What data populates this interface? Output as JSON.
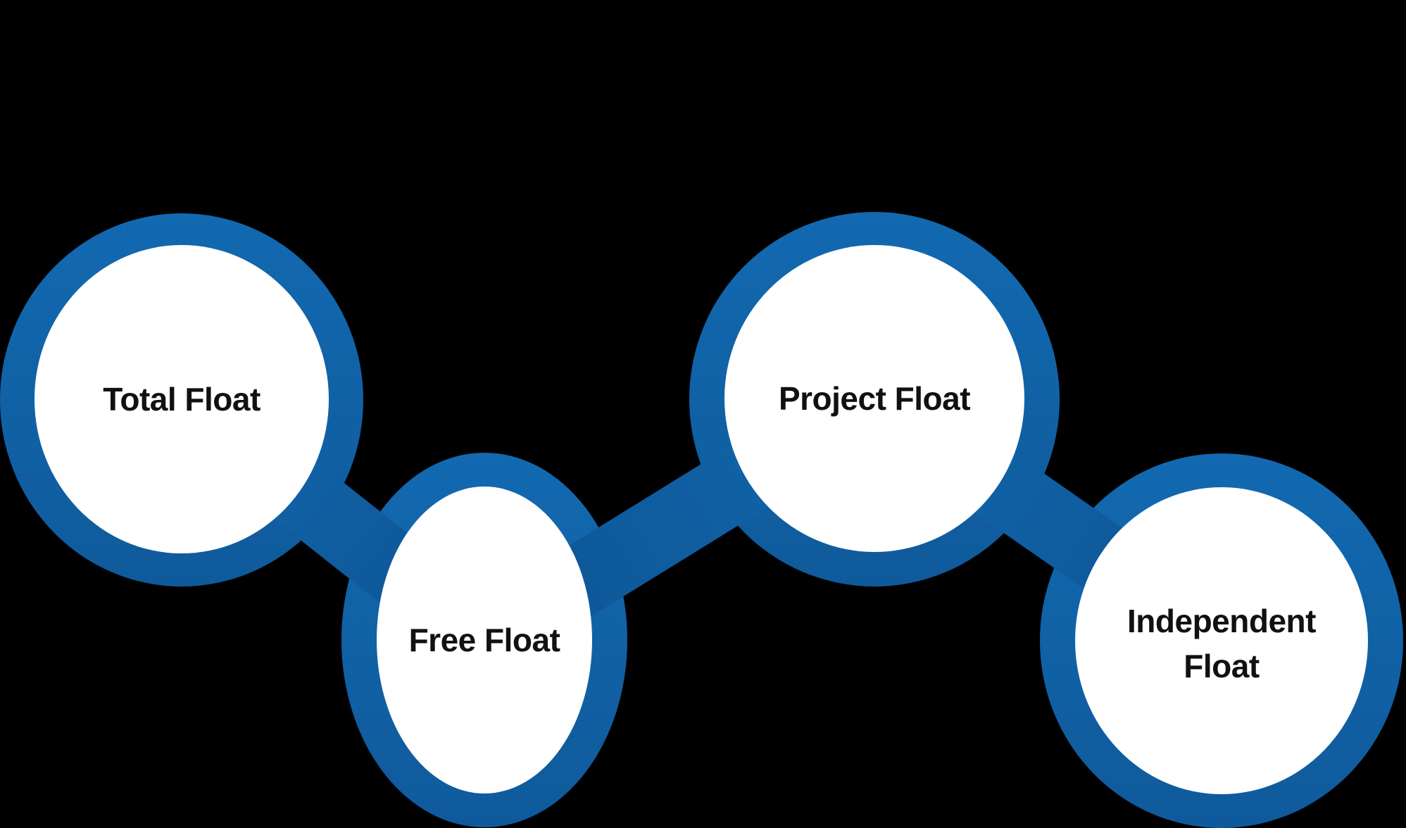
{
  "diagram": {
    "type": "process-chain-diagram",
    "background_color": "#000000",
    "node_fill_color": "#ffffff",
    "ring_color": "#1268ae",
    "ring_color_dark": "#0f5a9b",
    "connector_color": "#0d5392",
    "text_color": "#111111",
    "nodes": [
      {
        "id": "total-float",
        "label": "Total Float",
        "lines": [
          "Total Float"
        ],
        "position": "upper-left"
      },
      {
        "id": "free-float",
        "label": "Free Float",
        "lines": [
          "Free Float"
        ],
        "position": "lower-mid-left"
      },
      {
        "id": "project-float",
        "label": "Project Float",
        "lines": [
          "Project Float"
        ],
        "position": "upper-mid-right"
      },
      {
        "id": "independent-float",
        "label": "Independent Float",
        "lines": [
          "Independent",
          "Float"
        ],
        "position": "lower-right"
      }
    ],
    "connections": [
      {
        "from": "total-float",
        "to": "free-float"
      },
      {
        "from": "free-float",
        "to": "project-float"
      },
      {
        "from": "project-float",
        "to": "independent-float"
      }
    ]
  }
}
